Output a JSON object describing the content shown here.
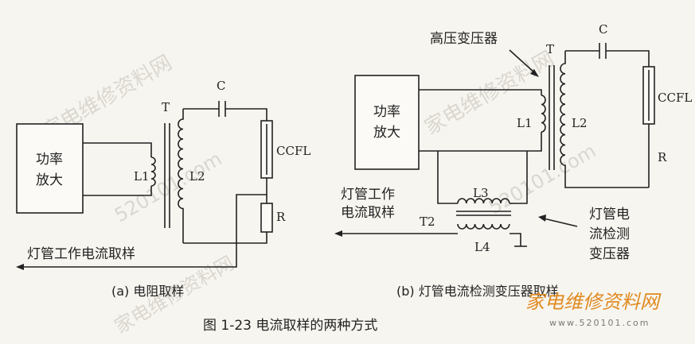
{
  "left": {
    "amp_line1": "功率",
    "amp_line2": "放大",
    "transformer": "T",
    "capacitor": "C",
    "lamp": "CCFL",
    "resistor": "R",
    "primary": "L1",
    "secondary": "L2",
    "sample_label": "灯管工作电流取样",
    "caption": "(a) 电阻取样"
  },
  "right": {
    "amp_line1": "功率",
    "amp_line2": "放大",
    "hv_transformer": "高压变压器",
    "transformer": "T",
    "capacitor": "C",
    "lamp": "CCFL",
    "resistor": "R",
    "primary": "L1",
    "secondary": "L2",
    "sense_primary": "L3",
    "sense_secondary": "L4",
    "sense_transformer": "T2",
    "sample_line1": "灯管工作",
    "sample_line2": "电流取样",
    "detect_line1": "灯管电",
    "detect_line2": "流检测",
    "detect_line3": "变压器",
    "caption": "(b) 灯管电流检测变压器取样"
  },
  "figure_caption": "图 1-23   电流取样的两种方式",
  "watermark": {
    "text1": "家电维修资料网",
    "text2": "520101.com",
    "logo": "家电维修资料网",
    "logo_url": "www.520101.com"
  },
  "colors": {
    "line": "#222222",
    "background": "#f7f5ef",
    "watermark": "#d6d4cc",
    "logo": "#e08a20"
  }
}
